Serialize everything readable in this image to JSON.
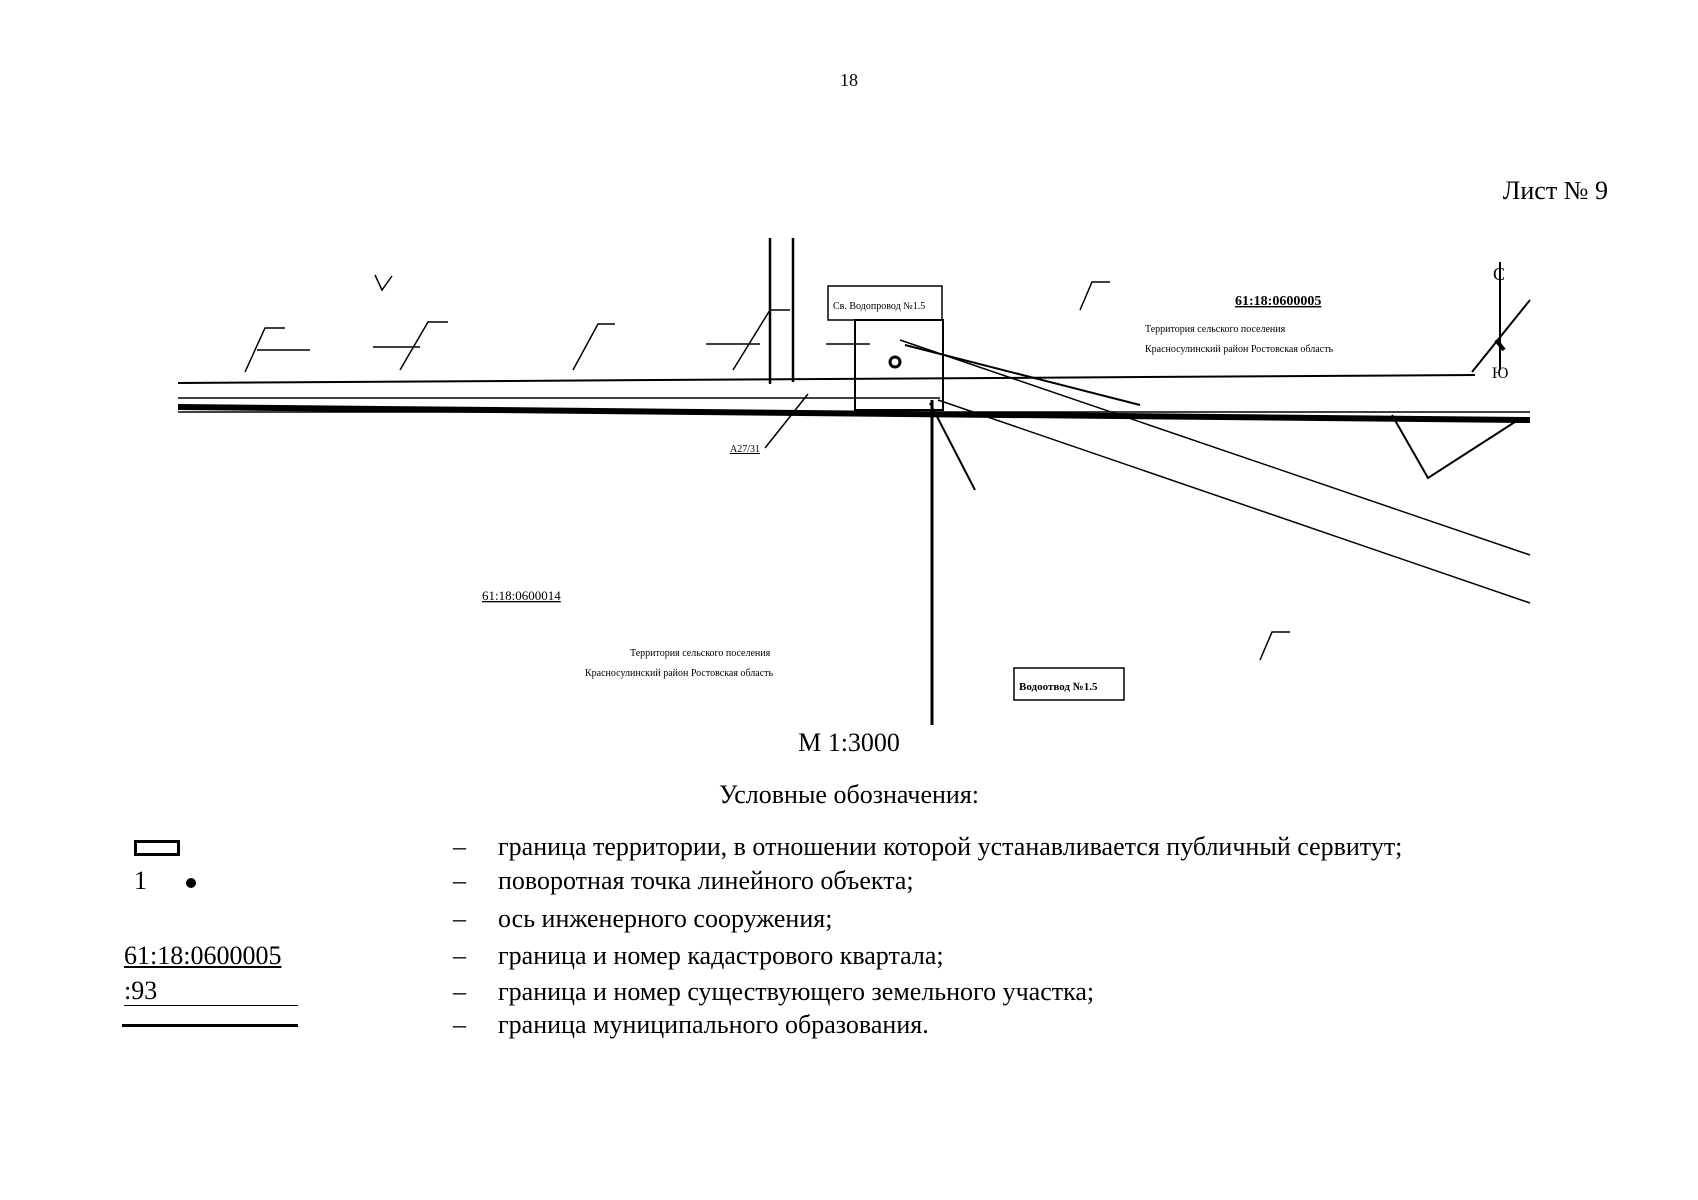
{
  "page": {
    "number": "18",
    "sheet": "Лист № 9"
  },
  "map": {
    "block_label_north": "61:18:0600005",
    "block_label_south": "61:18:0600014",
    "municipality_north_line1": "Территория сельского поселения",
    "municipality_north_line2": "Красносулинский район Ростовская область",
    "municipality_south_line1": "Территория сельского поселения",
    "municipality_south_line2": "Красносулинский район Ростовская область",
    "structure_label_top": "Св. Водопровод №1.5",
    "structure_label_bottom": "Водоотвод №1.5",
    "north_letter": "С",
    "south_letter": "Ю",
    "parcel_label": "А27/31"
  },
  "scale": "М 1:3000",
  "legend": {
    "title": "Условные обозначения:",
    "items": [
      {
        "symbol": "",
        "text": "граница территории, в отношении которой устанавливается публичный сервитут;"
      },
      {
        "symbol": "1",
        "text": "поворотная точка линейного объекта;"
      },
      {
        "symbol": "",
        "text": "ось инженерного сооружения;"
      },
      {
        "symbol": "61:18:0600005",
        "text": "граница и номер кадастрового квартала;"
      },
      {
        "symbol": ":93",
        "text": "граница и номер существующего земельного участка;"
      },
      {
        "symbol": "",
        "text": "граница муниципального образования."
      }
    ],
    "dash": "–"
  }
}
